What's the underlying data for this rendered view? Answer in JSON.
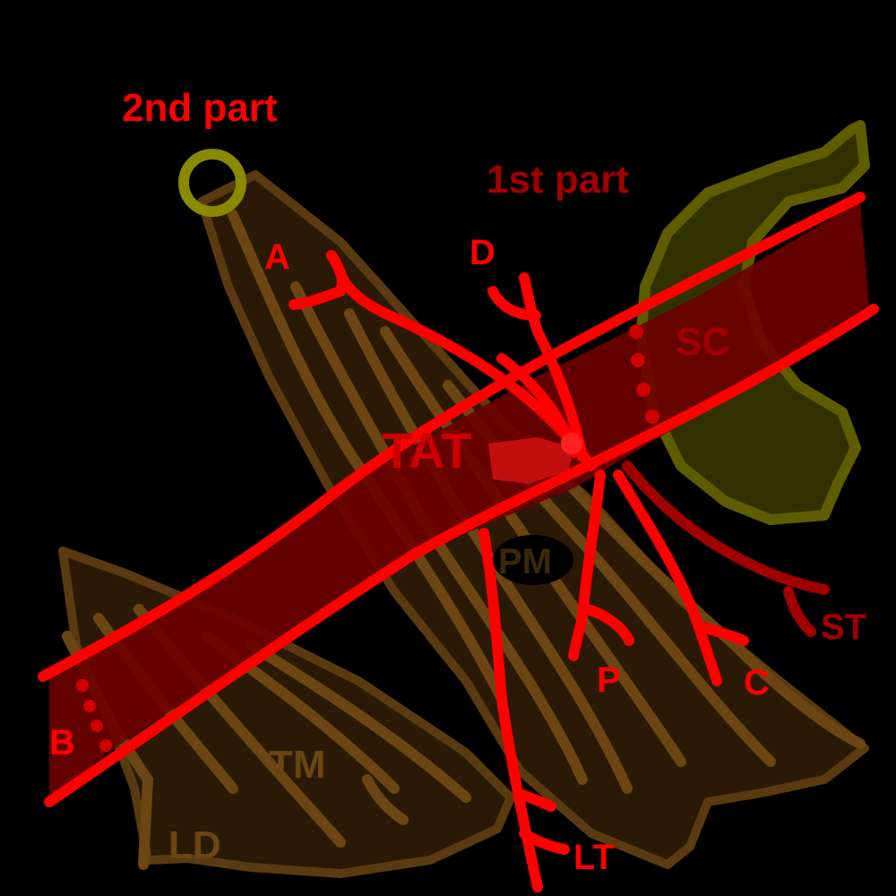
{
  "labels": {
    "second_part": "2nd part",
    "first_part": "1st part",
    "a": "A",
    "d": "D",
    "sc": "SC",
    "tat": "TAT",
    "pm": "PM",
    "st": "ST",
    "p": "P",
    "c": "C",
    "b": "B",
    "tm": "TM",
    "ld": "LD",
    "lt": "LT"
  },
  "colors": {
    "background": "#000000",
    "artery_red": "#ff0000",
    "dark_red_label": "#a00000",
    "axillary_artery_fill": "#6e0000",
    "muscle_brown": "#2a1a05",
    "muscle_outline": "#5a3a10",
    "muscle_fibre": "#6b4612",
    "subclavius_olive": "#4a4a00",
    "ring_yellow": "#8a8a00",
    "muscle_label": "#6b4612"
  }
}
